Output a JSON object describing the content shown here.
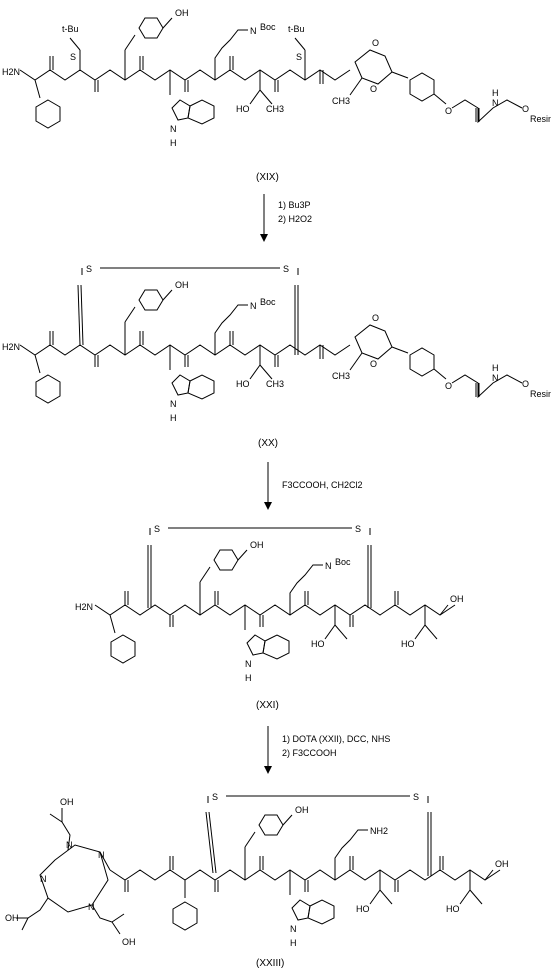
{
  "compounds": [
    {
      "caption": "(XIX)",
      "atoms": {
        "tbu1": "t-Bu",
        "s1": "S",
        "nh2": "H2N",
        "oh_tyr": "OH",
        "nh_lys": "N",
        "boc": "Boc",
        "tbu2": "t-Bu",
        "s2": "S",
        "nh_trp": "N",
        "h_trp": "H",
        "ho": "HO",
        "ch3": "CH3",
        "ch3_ring": "CH3",
        "o_r1": "O",
        "o_r2": "O",
        "o_ph": "O",
        "nh_end": "N",
        "h_end": "H",
        "o_res": "O",
        "resin": "Resin"
      }
    },
    {
      "caption": "(XX)",
      "atoms": {
        "s1": "S",
        "s2": "S",
        "nh2": "H2N",
        "oh_tyr": "OH",
        "nh_lys": "N",
        "boc": "Boc",
        "nh_trp": "N",
        "h_trp": "H",
        "ho": "HO",
        "ch3": "CH3",
        "ch3_ring": "CH3",
        "o_r1": "O",
        "o_r2": "O",
        "o_ph": "O",
        "nh_end": "N",
        "h_end": "H",
        "o_res": "O",
        "resin": "Resin"
      }
    },
    {
      "caption": "(XXI)",
      "atoms": {
        "s1": "S",
        "s2": "S",
        "nh2": "H2N",
        "oh_tyr": "OH",
        "nh_lys": "N",
        "boc": "Boc",
        "nh_trp": "N",
        "h_trp": "H",
        "ho": "HO",
        "oh_end": "OH",
        "ho_end": "HO"
      }
    },
    {
      "caption": "(XXIII)",
      "atoms": {
        "s1": "S",
        "s2": "S",
        "oh_tyr": "OH",
        "nh2": "NH2",
        "nh_trp": "N",
        "h_trp": "H",
        "ho": "HO",
        "oh_end": "OH",
        "ho_end": "HO",
        "n_dota1": "N",
        "n_dota2": "N",
        "n_dota3": "N",
        "n_dota4": "N",
        "cooh1": "OH",
        "cooh2": "OH",
        "cooh3": "OH"
      }
    }
  ],
  "reactions": [
    {
      "step1": "1) Bu3P",
      "step2": "2) H2O2"
    },
    {
      "step1": "F3CCOOH, CH2Cl2"
    },
    {
      "step1": "1) DOTA  (XXII), DCC, NHS",
      "step2": "2) F3CCOOH"
    }
  ]
}
